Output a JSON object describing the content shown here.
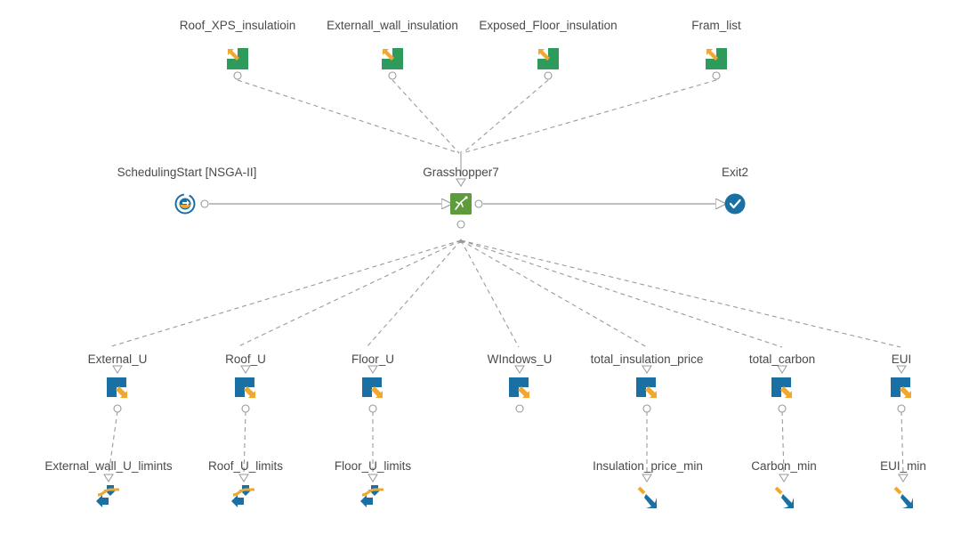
{
  "colors": {
    "wire": "#9a9a9a",
    "text": "#4a4a4a",
    "green": "#2e9a5c",
    "blue": "#1a6fa3",
    "orange": "#f0a830",
    "driver": "#5d9b3c"
  },
  "nodes": {
    "roof_xps": {
      "label": "Roof_XPS_insulatioin",
      "icon": "input-parameter-icon"
    },
    "external_wall": {
      "label": "Externall_wall_insulation",
      "icon": "input-parameter-icon"
    },
    "exposed_floor": {
      "label": "Exposed_Floor_insulation",
      "icon": "input-parameter-icon"
    },
    "fram_list": {
      "label": "Fram_list",
      "icon": "input-parameter-icon"
    },
    "scheduling_start": {
      "label": "SchedulingStart [NSGA-II]",
      "icon": "scheduler-start-icon"
    },
    "grasshopper": {
      "label": "Grasshopper7",
      "icon": "grasshopper-icon"
    },
    "exit": {
      "label": "Exit2",
      "icon": "exit-check-icon"
    },
    "external_u": {
      "label": "External_U",
      "icon": "output-parameter-icon"
    },
    "roof_u": {
      "label": "Roof_U",
      "icon": "output-parameter-icon"
    },
    "floor_u": {
      "label": "Floor_U",
      "icon": "output-parameter-icon"
    },
    "windows_u": {
      "label": "WIndows_U",
      "icon": "output-parameter-icon"
    },
    "total_insulation_price": {
      "label": "total_insulation_price",
      "icon": "output-parameter-icon"
    },
    "total_carbon": {
      "label": "total_carbon",
      "icon": "output-parameter-icon"
    },
    "eui": {
      "label": "EUI",
      "icon": "output-parameter-icon"
    },
    "external_wall_limits": {
      "label": "External_wall_U_limints",
      "icon": "constraint-icon"
    },
    "roof_limits": {
      "label": "Roof_U_limits",
      "icon": "constraint-icon"
    },
    "floor_limits": {
      "label": "Floor_U_limits",
      "icon": "constraint-icon"
    },
    "insulation_price_min": {
      "label": "Insulation_price_min",
      "icon": "objective-minimize-icon"
    },
    "carbon_min": {
      "label": "Carbon_min",
      "icon": "objective-minimize-icon"
    },
    "eui_min": {
      "label": "EUI_min",
      "icon": "objective-minimize-icon"
    }
  }
}
